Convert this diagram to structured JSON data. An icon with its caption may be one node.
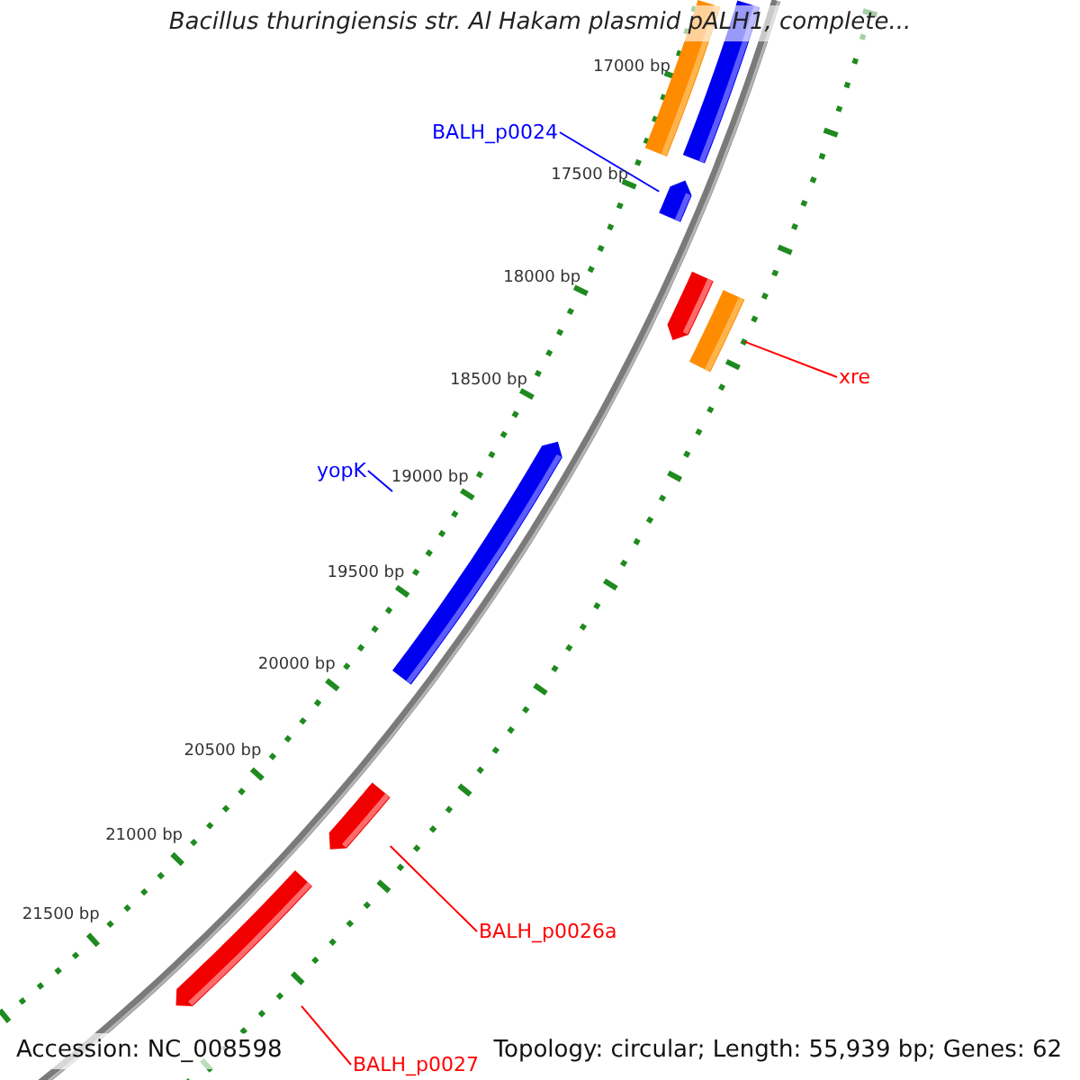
{
  "diagram": {
    "title": "Bacillus thuringiensis str. Al Hakam plasmid pALH1, complete...",
    "nodes": [
      {
        "text": [],
        "shape": "bar"
      },
      {
        "text": [],
        "shape": "bar"
      },
      {
        "text": [
          "BALH_p0024"
        ]
      },
      {
        "text": [],
        "shape": "bar"
      },
      {
        "text": [],
        "shape": "bar"
      },
      {
        "text": [],
        "shape": "bar"
      },
      {
        "text": [
          "xre"
        ]
      },
      {
        "text": [
          "yopK"
        ]
      },
      {
        "text": [],
        "shape": "bar"
      },
      {
        "text": [],
        "shape": "bar"
      },
      {
        "text": [
          "BALH_p0026a"
        ]
      },
      {
        "text": [],
        "shape": "bar"
      },
      {
        "text": [
          "BALH_p0027"
        ]
      }
    ],
    "edges": [
      {
        "from": 2,
        "to": 3,
        "arrow": "none",
        "color": "#0000ff"
      },
      {
        "from": 6,
        "to": 5,
        "arrow": "none"
      },
      {
        "from": 7,
        "to": 8,
        "arrow": "none",
        "color": "#0000ff"
      },
      {
        "from": 10,
        "to": 9,
        "arrow": "none"
      },
      {
        "from": 12,
        "to": 11,
        "arrow": "none"
      }
    ],
    "labels": [
      "17000 bp",
      "17500 bp",
      "18000 bp",
      "18500 bp",
      "19000 bp",
      "19500 bp",
      "20000 bp",
      "20500 bp",
      "21000 bp",
      "21500 bp",
      "Accession: NC_008598",
      "Topology: circular; Length: 55,939 bp; Genes: 62"
    ]
  }
}
